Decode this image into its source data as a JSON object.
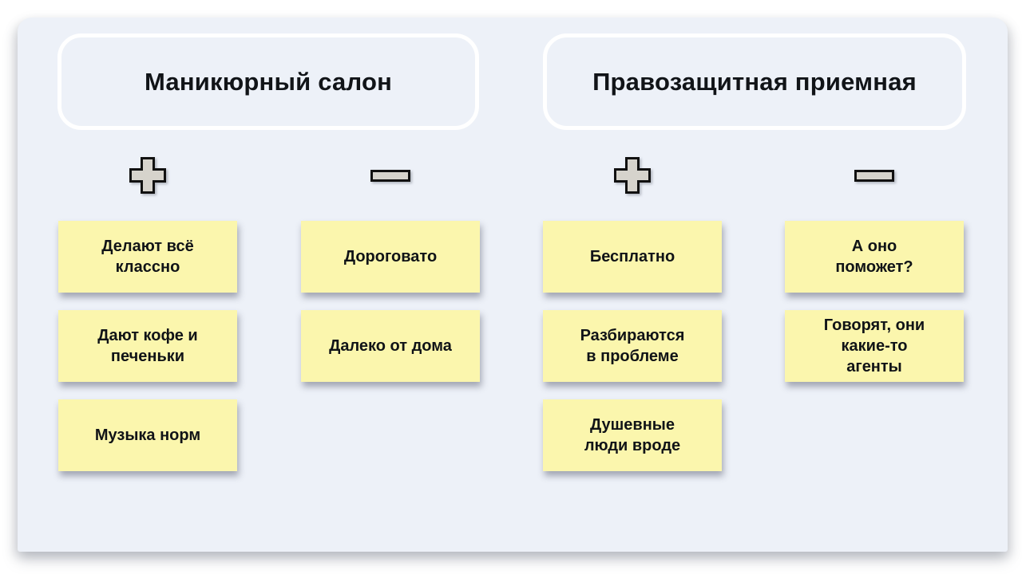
{
  "colors": {
    "page_background": "#ffffff",
    "card_background": "#edf1f8",
    "header_border": "#ffffff",
    "note_background": "#fbf6ad",
    "icon_fill": "#d6d3cc",
    "icon_stroke": "#111111",
    "text": "#111418"
  },
  "sections": [
    {
      "title": "Маникюрный салон",
      "columns": [
        {
          "type": "pros",
          "icon": "plus-icon",
          "notes": [
            "Делают всё\nклассно",
            "Дают кофе и\nпеченьки",
            "Музыка норм"
          ]
        },
        {
          "type": "cons",
          "icon": "minus-icon",
          "notes": [
            "Дороговато",
            "Далеко от дома"
          ]
        }
      ]
    },
    {
      "title": "Правозащитная приемная",
      "columns": [
        {
          "type": "pros",
          "icon": "plus-icon",
          "notes": [
            "Бесплатно",
            "Разбираются\nв проблеме",
            "Душевные\nлюди вроде"
          ]
        },
        {
          "type": "cons",
          "icon": "minus-icon",
          "notes": [
            "А оно\nпоможет?",
            "Говорят, они\nкакие-то\nагенты"
          ]
        }
      ]
    }
  ]
}
